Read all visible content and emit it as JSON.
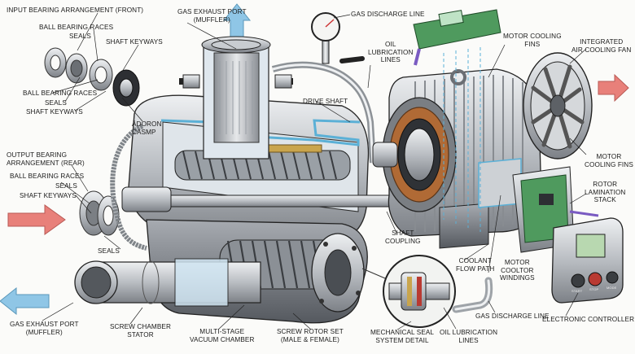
{
  "labels": {
    "input_bearing": "INPUT BEARING ARRANGEMENT (FRONT)",
    "ball_races_top": "BALL BEARING RACES",
    "seals_top": "SEALS",
    "shaft_keyways_top": "SHAFT KEYWAYS",
    "ball_races_top2": "BALL BEARING RACES",
    "seals_top2": "SEALS",
    "shaft_keyways_top2": "SHAFT KEYWAYS",
    "adoron": "ÄDORON\nCASMP",
    "gas_exhaust_top": "GAS EXHAUST PORT\n(MUFFLER)",
    "gas_discharge_top": "GAS DISCHARGE LINE",
    "oil_lube_top": "OIL\nLUBRICATION\nLINES",
    "drive_shaft": "DRIVE SHAFT",
    "motor_cooling_fins_top": "MOTOR COOLING\nFINS",
    "integrated_fan": "INTEGRATED\nAIR COOLING FAN",
    "output_bearing": "OUTPUT BEARING\nARRANGEMENT (REAR)",
    "ball_races_left": "BALL BEARING RACES",
    "seals_left": "SEALS",
    "shaft_keyways_left": "SHAFT KEYWAYS",
    "seals_bottom": "SEALS",
    "motor_cooling_fins_right": "MOTOR\nCOOLING FINS",
    "rotor_lamination": "ROTOR\nLAMINATION\nSTACK",
    "shaft_coupling": "SHAFT\nCOUPLING",
    "coolant_flow": "COOLANT\nFLOW PATH",
    "motor_windings": "MOTOR\nCOOLTOR\nWINDINGS",
    "gas_exhaust_bottom": "GAS EXHAUST PORT\n(MUFFLER)",
    "screw_chamber": "SCREW CHAMBER\nSTATOR",
    "multi_stage": "MULTI-STAGE\nVACUUM CHAMBER",
    "screw_rotor": "SCREW ROTOR SET\n(MALE & FEMALE)",
    "mech_seal": "MECHANICAL SEAL\nSYSTEM DETAIL",
    "oil_lube_bottom": "OIL LUBRICATION\nLINES",
    "gas_discharge_bottom": "GAS DISCHARGE LINE",
    "electronic_controller": "ELECTRONIC CONTROLLER"
  },
  "controller_buttons": [
    "START",
    "STOP",
    "MODE"
  ],
  "colors": {
    "airflow_in": "#e8807a",
    "airflow_out": "#8fc6e6",
    "casing_cut": "#5bb0d6",
    "rotor_brass": "#c9a54d",
    "copper": "#b06a35",
    "pcb": "#4f9a5e",
    "metal": "#c9ccd0"
  }
}
